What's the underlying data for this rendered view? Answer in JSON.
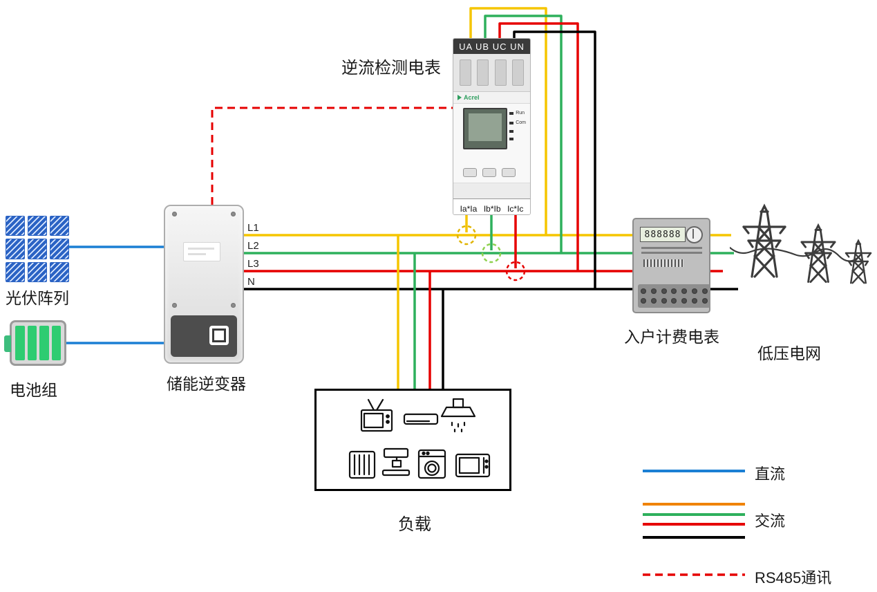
{
  "components": {
    "pv": {
      "label": "光伏阵列"
    },
    "battery": {
      "label": "电池组"
    },
    "inverter": {
      "label": "储能逆变器"
    },
    "detect_meter": {
      "label": "逆流检测电表",
      "top_terminals": "UA UB UC UN",
      "brand": "Acrel",
      "leds": [
        "Run",
        "Com"
      ],
      "bottom_terminals": [
        "Ia*Ia",
        "Ib*Ib",
        "Ic*Ic"
      ]
    },
    "billing_meter": {
      "label": "入户计费电表",
      "lcd": "888888"
    },
    "grid": {
      "label": "低压电网"
    },
    "load": {
      "label": "负载"
    }
  },
  "bus": {
    "labels": [
      "L1",
      "L2",
      "L3",
      "N"
    ]
  },
  "legend": {
    "items": [
      {
        "label": "直流",
        "style": "solid",
        "colors": [
          "#1B7FD4"
        ]
      },
      {
        "label": "交流",
        "style": "solid",
        "colors": [
          "#F08300",
          "#2EB05C",
          "#E60000",
          "#000000"
        ]
      },
      {
        "label": "RS485通讯",
        "style": "dashed",
        "colors": [
          "#E60000"
        ]
      }
    ]
  },
  "colors": {
    "dc": "#1B7FD4",
    "phase_l1": "#F5C500",
    "phase_l2": "#2EB05C",
    "phase_l3": "#E60000",
    "neutral": "#000000",
    "rs485": "#E60000",
    "legend_orange": "#F08300"
  }
}
